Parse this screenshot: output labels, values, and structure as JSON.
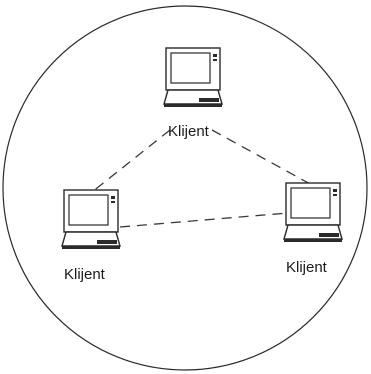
{
  "clients": [
    {
      "label": "Klijent"
    },
    {
      "label": "Klijent"
    },
    {
      "label": "Klijent"
    }
  ],
  "colors": {
    "outline": "#2a2a2a",
    "screen": "#ffffff",
    "body": "#ffffff",
    "line": "#3a3a3a"
  }
}
